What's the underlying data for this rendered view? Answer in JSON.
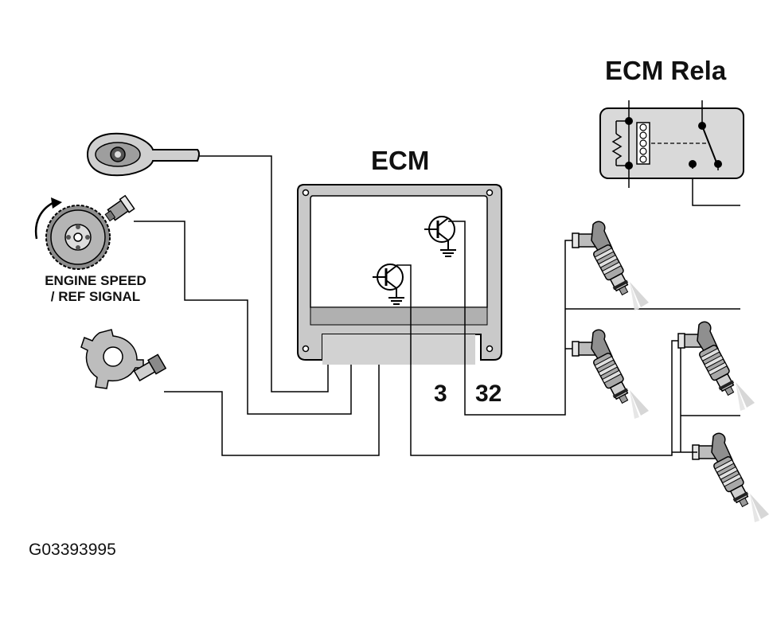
{
  "labels": {
    "ecm": "ECM",
    "ecm_relay": "ECM Rela",
    "engine_speed_line1": "ENGINE SPEED",
    "engine_speed_line2": "/ REF SIGNAL",
    "pin_3": "3",
    "pin_32": "32",
    "figure_code": "G03393995"
  },
  "components": {
    "key": "ignition-key-icon",
    "crank_sensor": "crankshaft-sensor-icon",
    "cam_sensor": "camshaft-sensor-icon",
    "relay": "relay-icon",
    "injectors": [
      "fuel-injector-icon",
      "fuel-injector-icon",
      "fuel-injector-icon",
      "fuel-injector-icon"
    ]
  },
  "colors": {
    "line": "#000000",
    "ecm_fill": "#c8c8c8",
    "ecm_inner": "#ffffff",
    "injector_gray": "#9a9a9a"
  }
}
